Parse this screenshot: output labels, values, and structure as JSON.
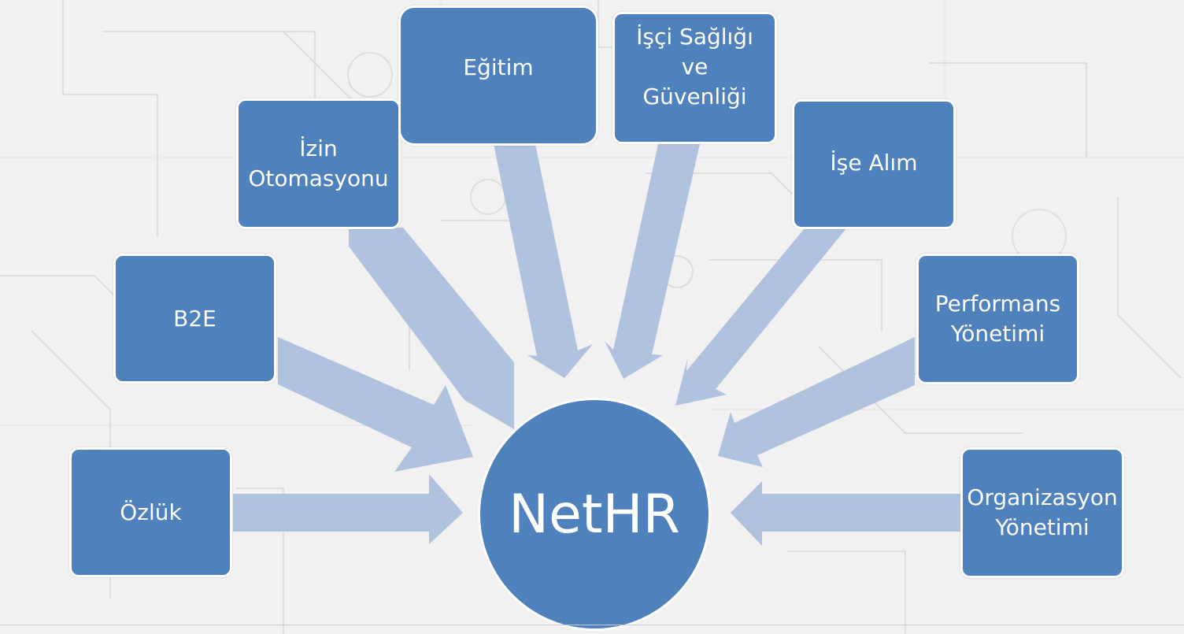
{
  "diagram": {
    "center_label": "NetHR",
    "nodes": [
      {
        "id": "ozluk",
        "label": "Özlük"
      },
      {
        "id": "b2e",
        "label": "B2E"
      },
      {
        "id": "izin",
        "label": "İzin\nOtomasyonu"
      },
      {
        "id": "egitim",
        "label": "Eğitim"
      },
      {
        "id": "isg",
        "label": "İşçi Sağlığı ve\nGüvenliği"
      },
      {
        "id": "ise-alim",
        "label": "İşe Alım"
      },
      {
        "id": "performans",
        "label": "Performans\nYönetimi"
      },
      {
        "id": "organizasyon",
        "label": "Organizasyon\nYönetimi"
      }
    ]
  },
  "colors": {
    "node_fill": "#4f81bd",
    "node_border": "#ffffff",
    "arrow_fill": "#b0c2de",
    "background": "#f1f1f1"
  }
}
